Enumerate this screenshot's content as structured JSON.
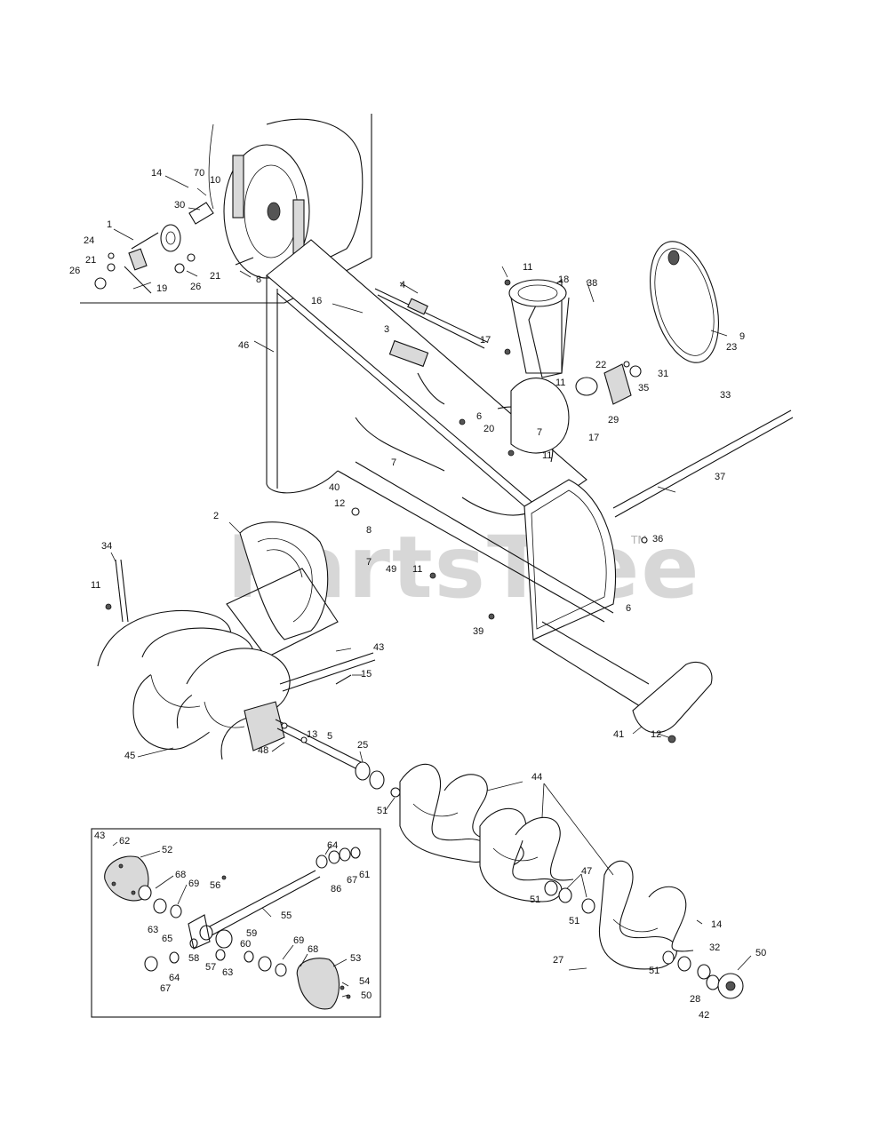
{
  "watermark": {
    "text": "PartsTree",
    "trademark": "TM"
  },
  "inset_tag": "43",
  "labels": {
    "wheel_inset": [
      "14",
      "70",
      "10",
      "30",
      "1",
      "24",
      "21",
      "26",
      "19",
      "21",
      "26",
      "8"
    ],
    "main_upper": [
      "11",
      "18",
      "38",
      "4",
      "16",
      "3",
      "17",
      "46",
      "22",
      "9",
      "23",
      "11",
      "31",
      "33",
      "35",
      "29",
      "6",
      "20",
      "7",
      "17",
      "11",
      "7",
      "40",
      "37",
      "12",
      "36"
    ],
    "main_middle": [
      "2",
      "34",
      "8",
      "7",
      "49",
      "11",
      "11",
      "6",
      "39",
      "43",
      "15",
      "5",
      "13",
      "45",
      "48",
      "41",
      "12"
    ],
    "main_lower": [
      "25",
      "51",
      "44",
      "47",
      "51",
      "51",
      "14",
      "32",
      "50",
      "27",
      "51",
      "28",
      "42"
    ],
    "gear_inset": [
      "62",
      "52",
      "64",
      "68",
      "69",
      "86",
      "67",
      "61",
      "56",
      "55",
      "63",
      "65",
      "59",
      "58",
      "60",
      "69",
      "68",
      "53",
      "67",
      "64",
      "57",
      "63",
      "54",
      "50"
    ]
  }
}
